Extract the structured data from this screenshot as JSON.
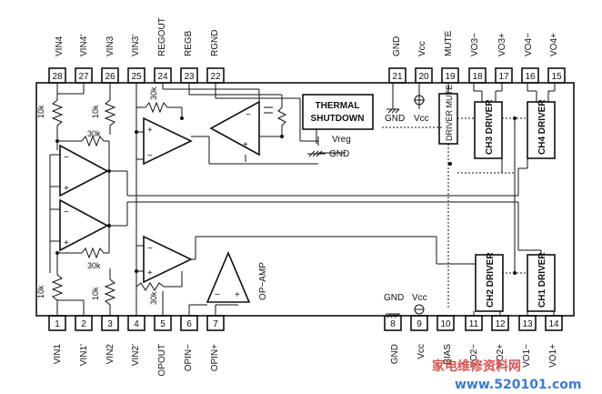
{
  "top_pins": [
    {
      "num": "28",
      "label": "VIN4"
    },
    {
      "num": "27",
      "label": "VIN4'"
    },
    {
      "num": "26",
      "label": "VIN3"
    },
    {
      "num": "25",
      "label": "VIN3'"
    },
    {
      "num": "24",
      "label": "REGOUT"
    },
    {
      "num": "23",
      "label": "REGB"
    },
    {
      "num": "22",
      "label": "RGND"
    },
    {
      "num": "21",
      "label": "GND"
    },
    {
      "num": "20",
      "label": "Vcc"
    },
    {
      "num": "19",
      "label": "MUTE"
    },
    {
      "num": "18",
      "label": "VO3−"
    },
    {
      "num": "17",
      "label": "VO3+"
    },
    {
      "num": "16",
      "label": "VO4−"
    },
    {
      "num": "15",
      "label": "VO4+"
    }
  ],
  "bottom_pins": [
    {
      "num": "1",
      "label": "VIN1"
    },
    {
      "num": "2",
      "label": "VIN1'"
    },
    {
      "num": "3",
      "label": "VIN2"
    },
    {
      "num": "4",
      "label": "VIN2'"
    },
    {
      "num": "5",
      "label": "OPOUT"
    },
    {
      "num": "6",
      "label": "OPIN−"
    },
    {
      "num": "7",
      "label": "OPIN+"
    },
    {
      "num": "8",
      "label": "GND"
    },
    {
      "num": "9",
      "label": "Vcc"
    },
    {
      "num": "10",
      "label": "BIAS"
    },
    {
      "num": "11",
      "label": "VO2−"
    },
    {
      "num": "12",
      "label": "VO2+"
    },
    {
      "num": "13",
      "label": "VO1−"
    },
    {
      "num": "14",
      "label": "VO1+"
    }
  ],
  "blocks": {
    "thermal_line1": "THERMAL",
    "thermal_line2": "SHUTDOWN",
    "driver_mute": "DRIVER MUTE",
    "ch3": "CH3 DRIVER",
    "ch4": "CH4 DRIVER",
    "ch2": "CH2 DRIVER",
    "ch1": "CH1 DRIVER",
    "op_amp": "OP−AMP"
  },
  "labels": {
    "r10k_a": "10k",
    "r10k_b": "10k",
    "r10k_c": "10k",
    "r10k_d": "10k",
    "r30k_a": "30k",
    "r30k_b": "30k",
    "r30k_c": "30k",
    "r30k_d": "30k",
    "vreg": "Vreg",
    "gnd_a": "GND",
    "gnd_b": "GND",
    "gnd_c": "GND",
    "vcc_a": "Vcc",
    "vcc_b": "Vcc",
    "plus": "+",
    "minus": "−"
  },
  "watermark": {
    "line1": "家电维修资料网",
    "line2": "www.520101.com",
    "color1": "#d9534f",
    "color2": "#3a7bd5"
  }
}
